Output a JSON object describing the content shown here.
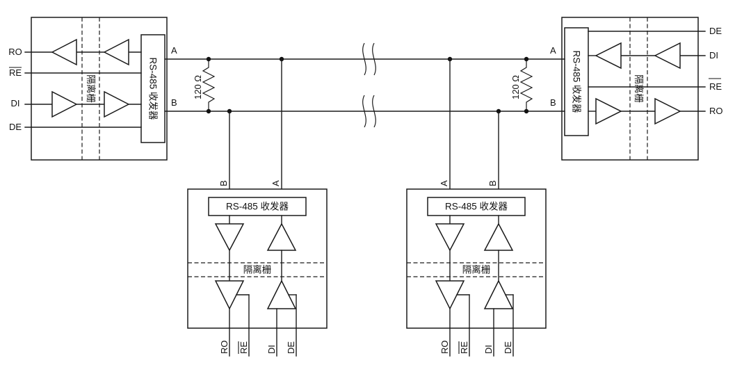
{
  "left_node": {
    "pin_ro": "RO",
    "pin_re": "RE",
    "pin_di": "DI",
    "pin_de": "DE",
    "isolation_label": "隔离栅",
    "transceiver_label": "RS-485 收发器",
    "port_a": "A",
    "port_b": "B"
  },
  "right_node": {
    "pin_de": "DE",
    "pin_di": "DI",
    "pin_re": "RE",
    "pin_ro": "RO",
    "isolation_label": "隔离栅",
    "transceiver_label": "RS-485 收发器",
    "port_a": "A",
    "port_b": "B"
  },
  "bus": {
    "termination_left": "120 Ω",
    "termination_right": "120 Ω"
  },
  "stub_node_1": {
    "transceiver_label": "RS-485 收发器",
    "isolation_label": "隔离栅",
    "port_b": "B",
    "port_a": "A",
    "pin_ro": "RO",
    "pin_re": "RE",
    "pin_di": "DI",
    "pin_de": "DE"
  },
  "stub_node_2": {
    "transceiver_label": "RS-485 收发器",
    "isolation_label": "隔离栅",
    "port_a": "A",
    "port_b": "B",
    "pin_ro": "RO",
    "pin_re": "RE",
    "pin_di": "DI",
    "pin_de": "DE"
  }
}
